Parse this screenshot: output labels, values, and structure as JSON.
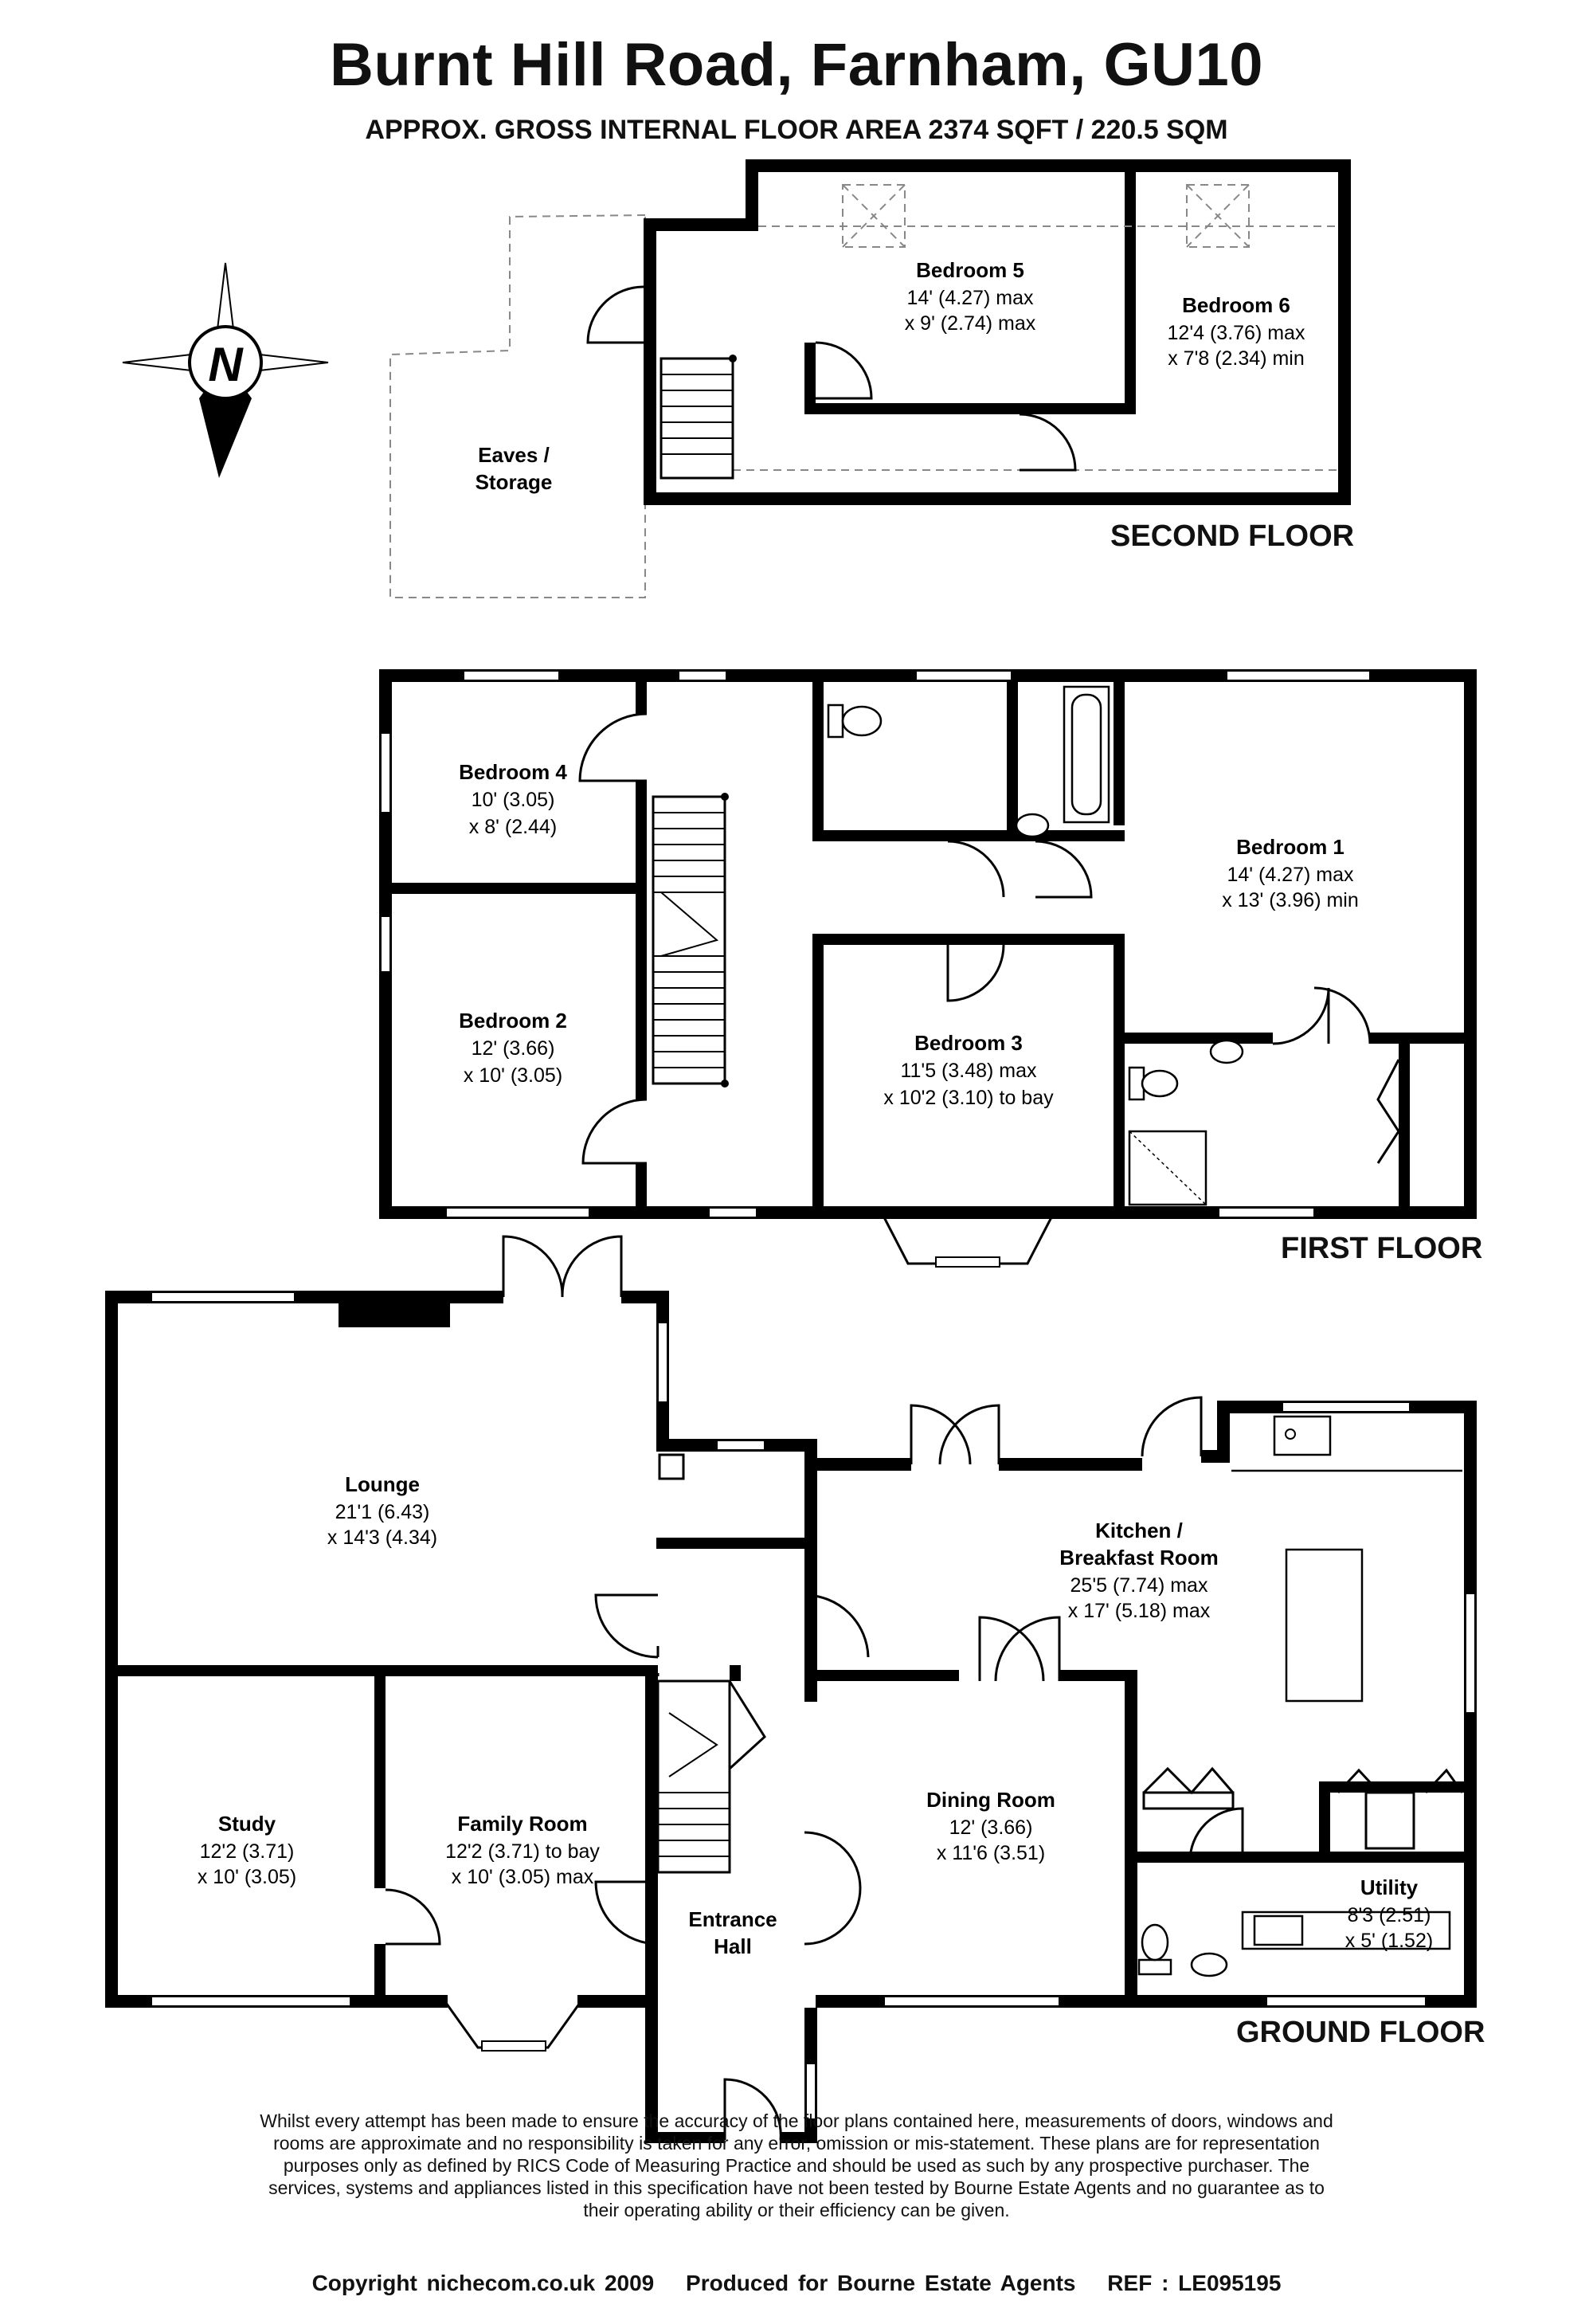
{
  "title": "Burnt Hill Road, Farnham, GU10",
  "subtitle": "APPROX. GROSS INTERNAL FLOOR AREA 2374 SQFT / 220.5 SQM",
  "compass": {
    "letter": "N"
  },
  "floors": {
    "second": "SECOND FLOOR",
    "first": "FIRST FLOOR",
    "ground": "GROUND FLOOR"
  },
  "rooms": {
    "eaves": {
      "name1": "Eaves /",
      "name2": "Storage"
    },
    "bedroom5": {
      "name": "Bedroom 5",
      "dim1": "14' (4.27) max",
      "dim2": "x 9' (2.74) max"
    },
    "bedroom6": {
      "name": "Bedroom 6",
      "dim1": "12'4 (3.76) max",
      "dim2": "x 7'8 (2.34) min"
    },
    "bedroom4": {
      "name": "Bedroom 4",
      "dim1": "10' (3.05)",
      "dim2": "x 8' (2.44)"
    },
    "bedroom2": {
      "name": "Bedroom 2",
      "dim1": "12' (3.66)",
      "dim2": "x 10' (3.05)"
    },
    "bedroom1": {
      "name": "Bedroom 1",
      "dim1": "14' (4.27) max",
      "dim2": "x 13' (3.96) min"
    },
    "bedroom3": {
      "name": "Bedroom 3",
      "dim1": "11'5 (3.48) max",
      "dim2": "x 10'2 (3.10) to bay"
    },
    "lounge": {
      "name": "Lounge",
      "dim1": "21'1 (6.43)",
      "dim2": "x 14'3 (4.34)"
    },
    "kitchen": {
      "name1": "Kitchen /",
      "name2": "Breakfast Room",
      "dim1": "25'5 (7.74) max",
      "dim2": "x 17' (5.18) max"
    },
    "study": {
      "name": "Study",
      "dim1": "12'2 (3.71)",
      "dim2": "x 10' (3.05)"
    },
    "family": {
      "name": "Family Room",
      "dim1": "12'2 (3.71) to bay",
      "dim2": "x 10' (3.05) max"
    },
    "entrance": {
      "name1": "Entrance",
      "name2": "Hall"
    },
    "dining": {
      "name": "Dining Room",
      "dim1": "12' (3.66)",
      "dim2": "x 11'6 (3.51)"
    },
    "utility": {
      "name": "Utility",
      "dim1": "8'3 (2.51)",
      "dim2": "x 5' (1.52)"
    }
  },
  "disclaimer": [
    "Whilst every attempt has been made to ensure the accuracy of the floor plans contained here, measurements of doors, windows and",
    "rooms are approximate and no responsibility is taken for any error, omission or mis-statement.  These plans are for representation",
    "purposes only as defined by RICS Code of Measuring Practice and should be used as such by any prospective purchaser.  The",
    "services, systems and appliances listed in this specification have not been tested by Bourne Estate Agents and no guarantee as to",
    "their operating ability or their efficiency can be given."
  ],
  "footer": {
    "copyright": "Copyright nichecom.co.uk 2009",
    "produced": "Produced for Bourne Estate Agents",
    "ref": "REF :  LE095195"
  }
}
